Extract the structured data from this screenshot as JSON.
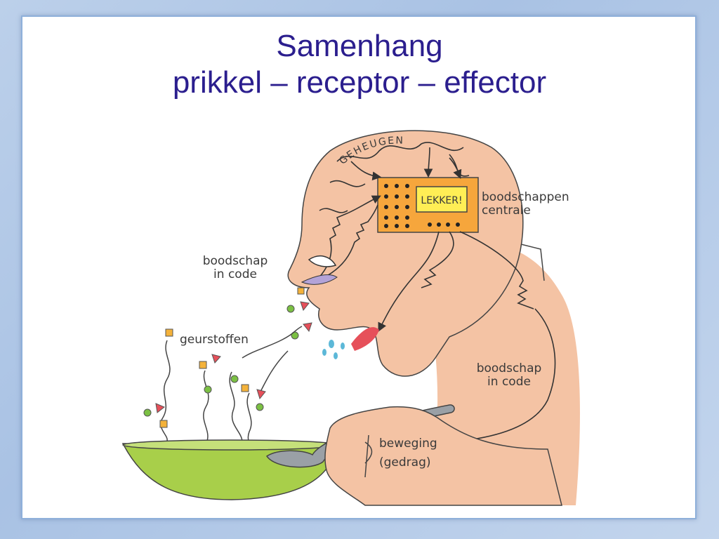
{
  "slide": {
    "title_line1": "Samenhang",
    "title_line2": "prikkel – receptor – effector"
  },
  "diagram": {
    "labels": {
      "memory": "GEHEUGEN",
      "display": "LEKKER!",
      "central_line1": "boodschappen",
      "central_line2": "centrale",
      "message_in_line1": "boodschap",
      "message_in_line2": "in code",
      "odors": "geurstoffen",
      "message_out_line1": "boodschap",
      "message_out_line2": "in code",
      "movement_line1": "beweging",
      "movement_line2": "(gedrag)"
    },
    "colors": {
      "title": "#2b1e8e",
      "skin": "#f4c3a4",
      "skin_shadow": "#e9a886",
      "central_box": "#f6a63c",
      "display_box": "#ffee55",
      "bowl": "#a8cf4a",
      "tongue": "#e6505a"
    }
  }
}
